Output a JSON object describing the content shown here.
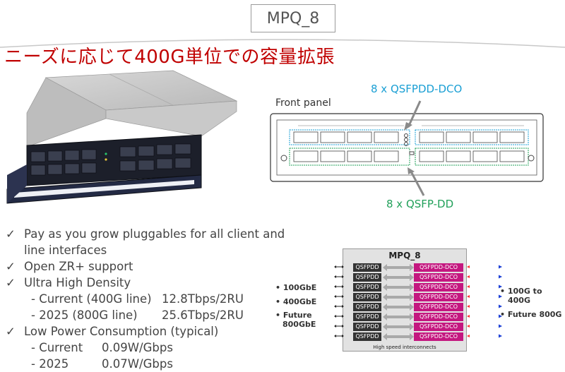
{
  "header": {
    "title": "MPQ_8",
    "headline": "ニーズに応じて400G単位での容量拡張"
  },
  "front_panel": {
    "caption": "Front panel",
    "callout_top": "8 x QSFPDD-DCO",
    "callout_bottom": "8 x QSFP-DD"
  },
  "features": {
    "items": [
      {
        "text": "Pay as you grow pluggables for all client and",
        "cont": "line interfaces"
      },
      {
        "text": "Open ZR+ support"
      },
      {
        "text": "Ultra High Density"
      },
      {
        "text": "Low Power Consumption (typical)"
      }
    ],
    "density": [
      {
        "label": "- Current (400G line)",
        "value": "12.8Tbps/2RU"
      },
      {
        "label": "- 2025 (800G line)",
        "value": "25.6Tbps/2RU"
      }
    ],
    "power": [
      {
        "label": "- Current",
        "value": "0.09W/Gbps"
      },
      {
        "label": "- 2025",
        "value": "0.07W/Gbps"
      }
    ]
  },
  "block_diagram": {
    "title": "MPQ_8",
    "footer": "High speed interconnects",
    "client_port": "QSFPDD",
    "line_port": "QSFPDD-DCO",
    "row_count": 8,
    "left_labels": [
      "• 100GbE",
      "• 400GbE",
      "• Future",
      "800GbE"
    ],
    "right_labels": [
      "• 100G to",
      "400G",
      "• Future 800G"
    ]
  },
  "colors": {
    "headline": "#c00000",
    "dco": "#c4177f",
    "qsfpdd": "#333333",
    "callout_blue": "#1a9fd4",
    "callout_green": "#22a05a"
  }
}
